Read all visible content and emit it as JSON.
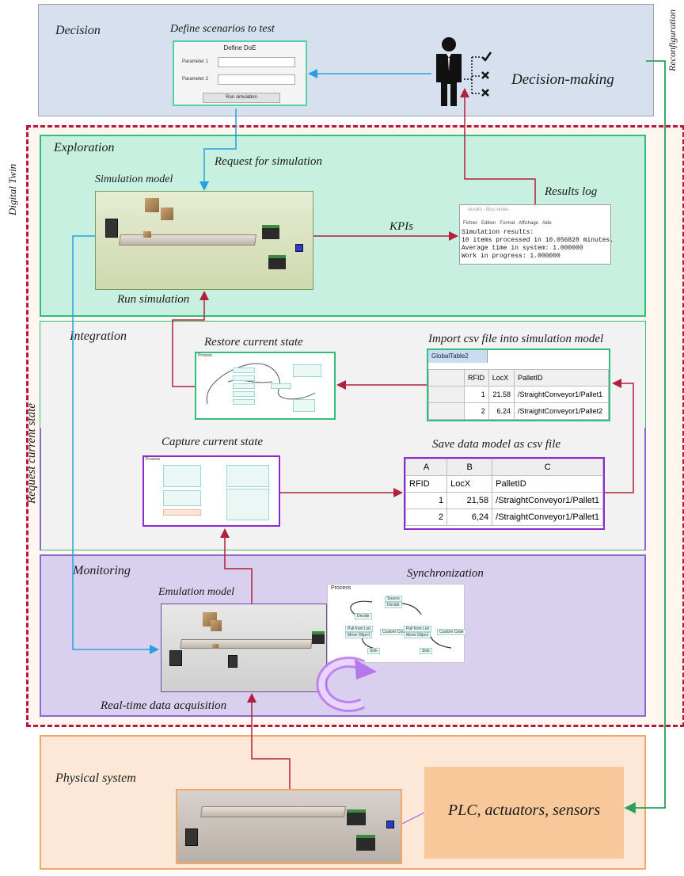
{
  "layers": {
    "decision": "Decision",
    "exploration": "Exploration",
    "integration": "Integration",
    "monitoring": "Monitoring",
    "physical": "Physical system",
    "digital_twin": "Digital Twin",
    "reconfiguration": "Reconfiguration",
    "request_current_state": "Request current state"
  },
  "decision": {
    "define_scenarios": "Define scenarios to test",
    "decision_making": "Decision-making",
    "doe": {
      "title": "Define DoE",
      "param1": "Parameter 1",
      "param2": "Parameter 2",
      "run_button": "Run simulation"
    }
  },
  "exploration": {
    "request_for_simulation": "Request for simulation",
    "simulation_model": "Simulation model",
    "results_log": "Results log",
    "kpis": "KPIs",
    "run_simulation": "Run simulation",
    "notepad": {
      "title": "results - Bloc-notes",
      "menu": [
        "Fichier",
        "Edition",
        "Format",
        "Affichage",
        "Aide"
      ],
      "lines": [
        "Simulation results:",
        "10 items processed in 10.056828 minutes.",
        "Average time in system: 1.000000",
        "Work in progress: 1.000000"
      ]
    }
  },
  "integration": {
    "restore_current_state": "Restore current state",
    "import_csv": "Import csv file into simulation model",
    "capture_current_state": "Capture current state",
    "save_csv": "Save data model as csv file",
    "global_table": {
      "tab": "GlobalTable2",
      "headers": [
        "RFID",
        "LocX",
        "PalletID"
      ],
      "rows": [
        [
          "1",
          "21.58",
          "/StraightConveyor1/Pallet1"
        ],
        [
          "2",
          "6.24",
          "/StraightConveyor1/Pallet2"
        ]
      ]
    },
    "excel": {
      "col_letters": [
        "A",
        "B",
        "C"
      ],
      "headers": [
        "RFID",
        "LocX",
        "PalletID"
      ],
      "rows": [
        [
          "1",
          "21,58",
          "/StraightConveyor1/Pallet1"
        ],
        [
          "2",
          "6,24",
          "/StraightConveyor1/Pallet1"
        ]
      ]
    },
    "process_title": "Process"
  },
  "monitoring": {
    "emulation_model": "Emulation model",
    "synchronization": "Synchronization",
    "real_time_data": "Real-time data acquisition",
    "process": {
      "title": "Process",
      "nodes": [
        "Source",
        "Decide",
        "Decide",
        "Pull from List",
        "Move Object",
        "Custom Code",
        "Pull from List",
        "Move Object",
        "Custom Code",
        "Sink",
        "Sink"
      ]
    }
  },
  "physical": {
    "plc": "PLC, actuators, sensors"
  },
  "colors": {
    "decision_bg": "#d6e0ee",
    "exploration_bg": "#c7f0e0",
    "exploration_border": "#2fbf7a",
    "integration_bg": "#f2f2f2",
    "monitoring_bg": "#d9cfee",
    "monitoring_border": "#8a6ad0",
    "physical_bg": "#fde8d8",
    "physical_border": "#f0a868",
    "plc_bg": "#f9c89a",
    "dt_dash": "#c0143c",
    "arrow_red": "#b0213c",
    "arrow_blue": "#2a9fe0",
    "arrow_green": "#2aa05a",
    "purple_frame": "#8a2ad0"
  },
  "icons": [
    "person-icon",
    "checklist-icon",
    "rotate-icon"
  ]
}
